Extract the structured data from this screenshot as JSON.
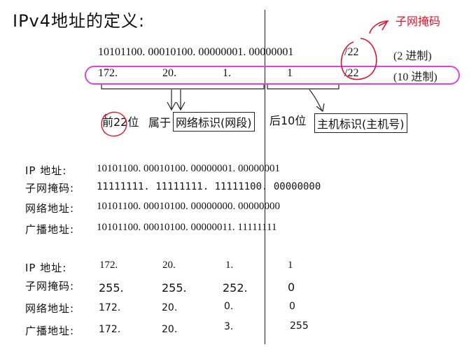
{
  "title": "IPv4地址的定义:",
  "mask_annotation": "子网掩码",
  "top_example": {
    "binary": "10101100. 00010100. 00000001. 00000001",
    "binary_suffix": "/22",
    "binary_note": "(2 进制)",
    "decimal": [
      "172.",
      "20.",
      "1.",
      "1"
    ],
    "decimal_suffix": "/22",
    "decimal_note": "(10 进制)"
  },
  "network_part": {
    "prefix_text": "前22位",
    "belongs_text": "属于",
    "label": "网络标识(网段)"
  },
  "host_part": {
    "prefix_text": "后10位",
    "label": "主机标识(主机号)"
  },
  "binary_table": {
    "rows": [
      {
        "label": "IP 地址:",
        "value": "10101100. 00010100. 00000001. 00000001"
      },
      {
        "label": "子网掩码:",
        "value": "11111111. 11111111. 11111100. 00000000"
      },
      {
        "label": "网络地址:",
        "value": "10101100. 00010100. 00000000. 00000000"
      },
      {
        "label": "广播地址:",
        "value": "10101100. 00010100. 00000011. 11111111"
      }
    ]
  },
  "decimal_table": {
    "rows": [
      {
        "label": "IP 地址:",
        "values": [
          "172.",
          "20.",
          "1.",
          "1"
        ]
      },
      {
        "label": "子网掩码:",
        "values": [
          "255.",
          "255.",
          "252.",
          "0"
        ]
      },
      {
        "label": "网络地址:",
        "values": [
          "172.",
          "20.",
          "0.",
          "0"
        ]
      },
      {
        "label": "广播地址:",
        "values": [
          "172.",
          "20.",
          "3.",
          "255"
        ]
      }
    ]
  }
}
